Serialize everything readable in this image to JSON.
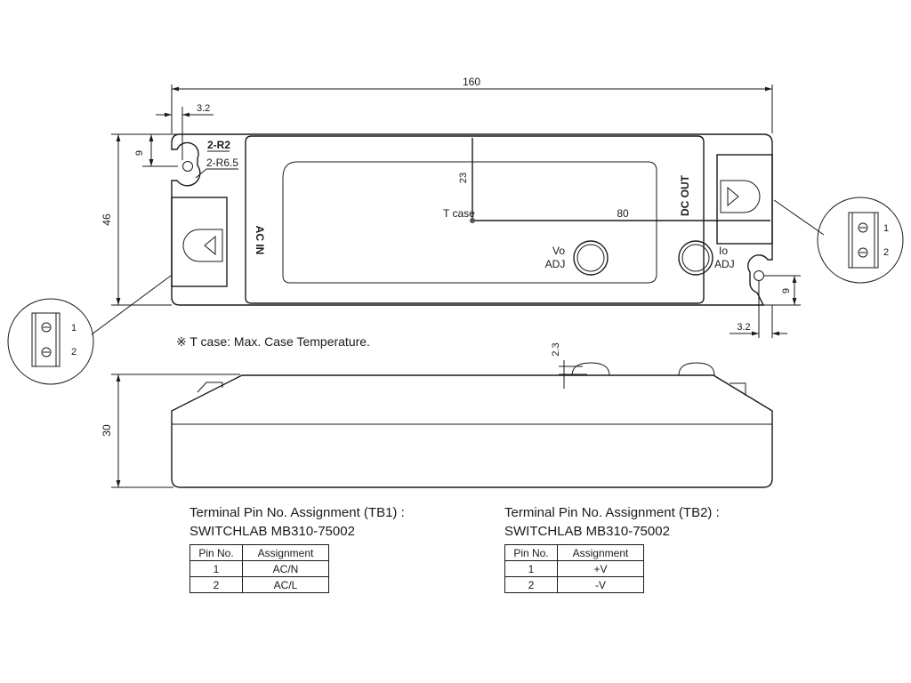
{
  "dimensions": {
    "length": "160",
    "hole_offset": "3.2",
    "hole_height": "9",
    "width": "46",
    "tcase_y": "23",
    "tcase_x": "80",
    "pot_height": "2.3",
    "height": "30",
    "hole_offset_right": "3.2",
    "hole_height_right": "9"
  },
  "labels": {
    "radius_small": "2-R2",
    "radius_large": "2-R6.5",
    "tcase": "T case",
    "ac_in": "AC IN",
    "dc_out": "DC OUT",
    "vo_adj_line1": "Vo",
    "vo_adj_line2": "ADJ",
    "io_adj_line1": "Io",
    "io_adj_line2": "ADJ",
    "note": "※ T case: Max. Case Temperature.",
    "pin_1": "1",
    "pin_2": "2",
    "pin_1_right": "1",
    "pin_2_right": "2"
  },
  "tb1": {
    "title": "Terminal Pin No.  Assignment (TB1) :",
    "model": "SWITCHLAB MB310-75002",
    "header_pin": "Pin No.",
    "header_assign": "Assignment",
    "rows": [
      {
        "pin": "1",
        "assign": "AC/N"
      },
      {
        "pin": "2",
        "assign": "AC/L"
      }
    ]
  },
  "tb2": {
    "title": "Terminal Pin No.  Assignment (TB2) :",
    "model": "SWITCHLAB MB310-75002",
    "header_pin": "Pin No.",
    "header_assign": "Assignment",
    "rows": [
      {
        "pin": "1",
        "assign": "+V"
      },
      {
        "pin": "2",
        "assign": "-V"
      }
    ]
  }
}
